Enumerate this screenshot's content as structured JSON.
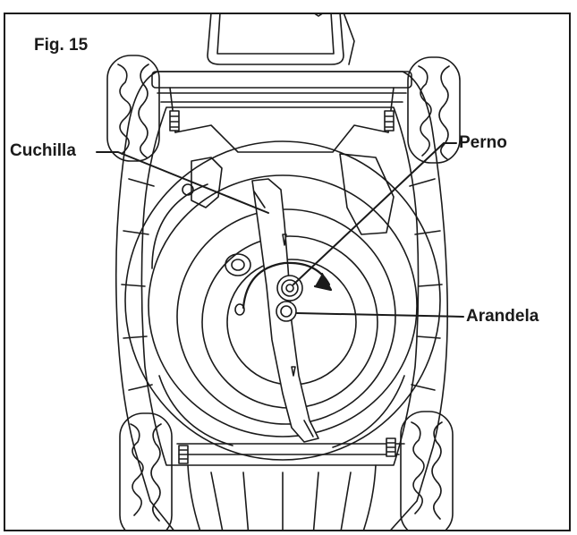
{
  "figure": {
    "label": "Fig. 15"
  },
  "callouts": {
    "cuchilla": "Cuchilla",
    "perno": "Perno",
    "arandela": "Arandela"
  },
  "colors": {
    "ink": "#1a1a1a",
    "background": "#ffffff"
  }
}
